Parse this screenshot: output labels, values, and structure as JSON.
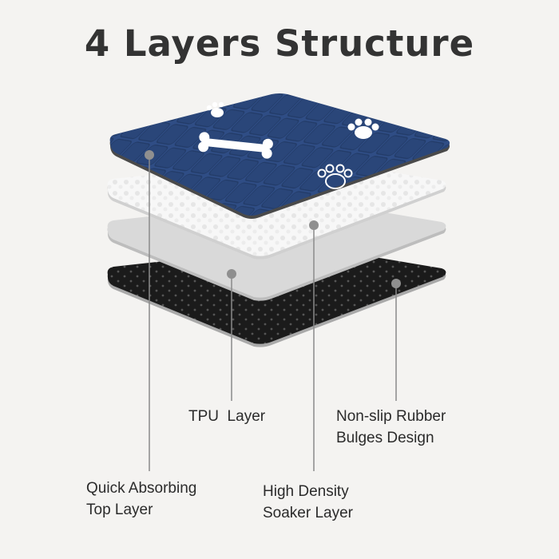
{
  "title": "4 Layers Structure",
  "colors": {
    "top_layer": "#2f4d85",
    "soaker_layer": "#ffffff",
    "tpu_layer": "#d9d9d9",
    "rubber_layer": "#1b1b1b",
    "pointer": "#8a8a8a",
    "background": "#f4f3f1"
  },
  "layers": [
    {
      "name": "top-layer",
      "label_lines": [
        "Quick Absorbing",
        "Top Layer"
      ]
    },
    {
      "name": "soaker-layer",
      "label_lines": [
        "High Density",
        "Soaker Layer"
      ]
    },
    {
      "name": "tpu-layer",
      "label_lines": [
        "TPU  Layer"
      ]
    },
    {
      "name": "rubber-layer",
      "label_lines": [
        "Non-slip Rubber",
        "Bulges Design"
      ]
    }
  ],
  "icons": [
    "paw-icon",
    "bone-icon"
  ]
}
